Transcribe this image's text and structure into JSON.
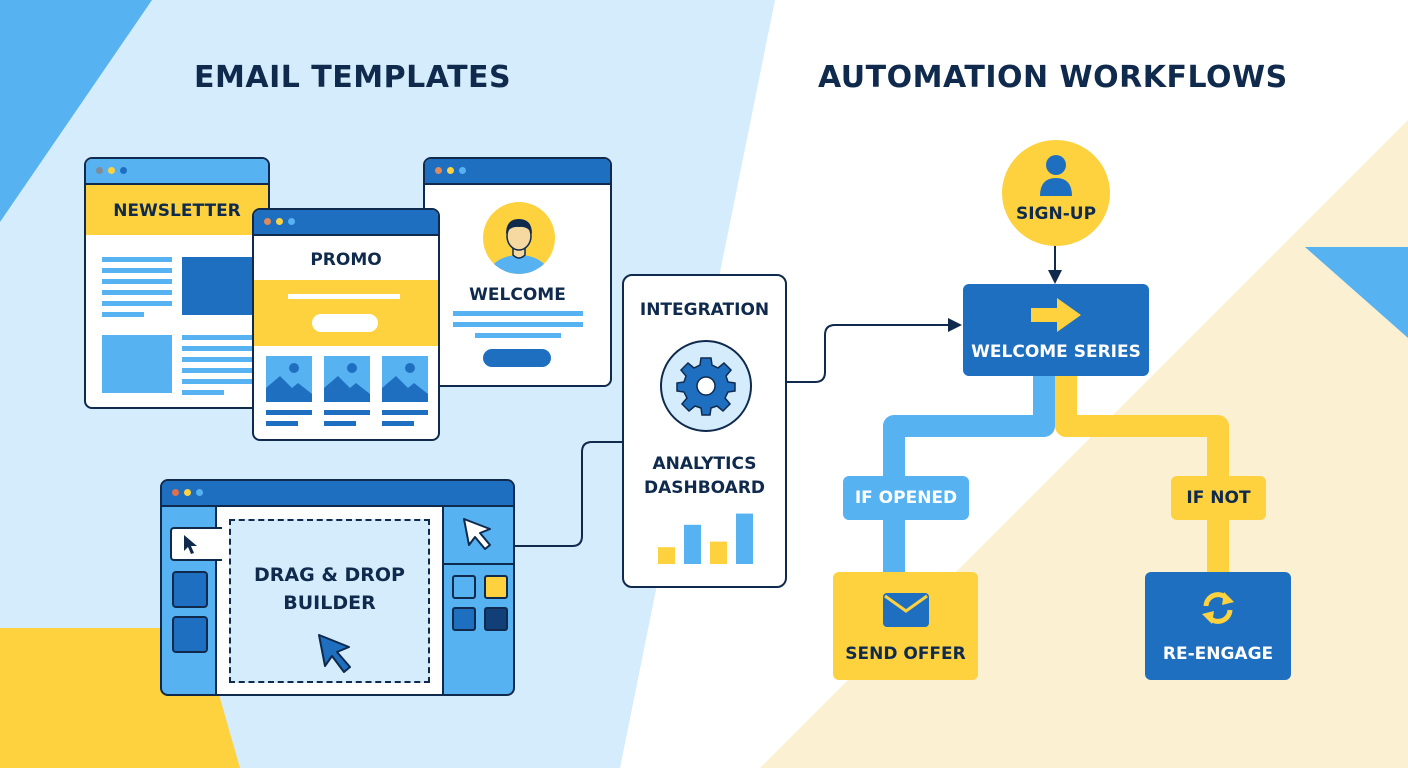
{
  "titles": {
    "left": "EMAIL TEMPLATES",
    "right": "AUTOMATION WORKFLOWS"
  },
  "templates": {
    "newsletter": {
      "label": "NEWSLETTER"
    },
    "promo": {
      "label": "PROMO"
    },
    "welcome": {
      "label": "WELCOME"
    }
  },
  "builder": {
    "label_line1": "DRAG & DROP",
    "label_line2": "BUILDER"
  },
  "hub": {
    "integration": "INTEGRATION",
    "analytics_line1": "ANALYTICS",
    "analytics_line2": "DASHBOARD",
    "mini_chart": [
      0.3,
      0.7,
      0.4,
      0.9
    ]
  },
  "workflow": {
    "trigger": "SIGN-UP",
    "step": "WELCOME SERIES",
    "branch_yes": "IF OPENED",
    "branch_no": "IF NOT",
    "action_yes": "SEND OFFER",
    "action_no": "RE-ENGAGE"
  },
  "colors": {
    "navy": "#0f2a4d",
    "blue": "#1f6fc0",
    "light_blue": "#56b2f0",
    "yellow": "#fdd23e",
    "pale_blue": "#d4ecfb",
    "cream": "#fbf0d2"
  }
}
